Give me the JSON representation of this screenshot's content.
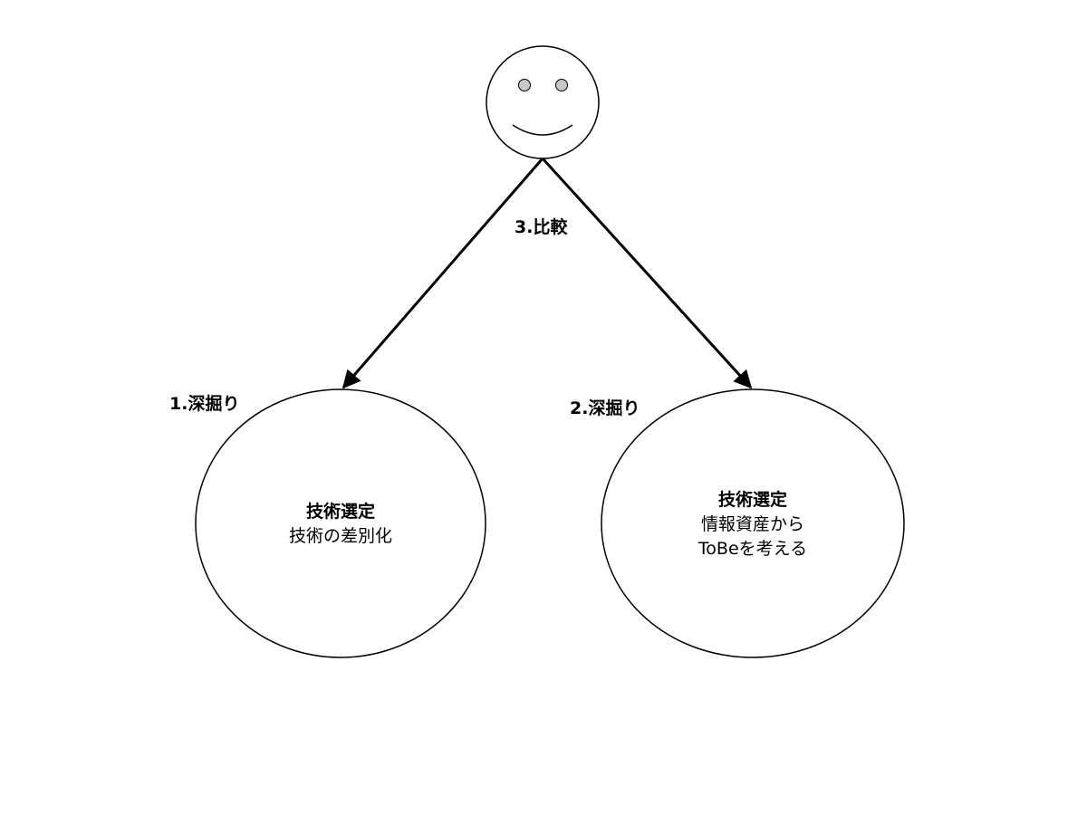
{
  "edge_labels": {
    "compare": "3.比較",
    "dig_left": "1.深掘り",
    "dig_right": "2.深掘り"
  },
  "nodes": {
    "left": {
      "title": "技術選定",
      "lines": [
        "技術の差別化"
      ]
    },
    "right": {
      "title": "技術選定",
      "lines": [
        "情報資産から",
        "ToBeを考える"
      ]
    }
  },
  "colors": {
    "stroke": "#000000",
    "eye_fill": "#c8c8c8",
    "background": "#ffffff"
  }
}
